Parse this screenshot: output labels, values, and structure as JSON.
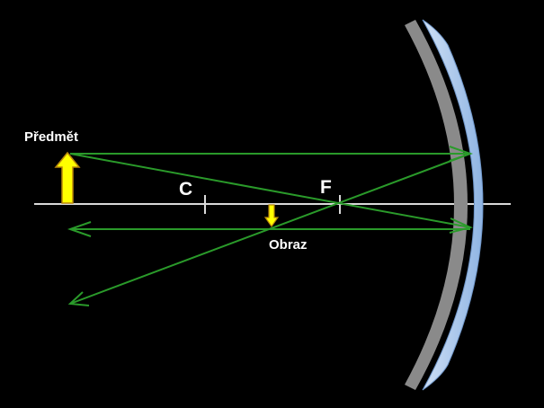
{
  "labels": {
    "object": "Předmět",
    "image": "Obraz",
    "center": "C",
    "focus": "F"
  },
  "colors": {
    "background": "#000000",
    "axis": "#d9d9d9",
    "ray": "#2a9a2a",
    "arrow_fill": "#ffff00",
    "arrow_stroke": "#b8860b",
    "mirror_front": "#a8c8ee",
    "mirror_back": "#8a8a8a",
    "text": "#ffffff"
  }
}
